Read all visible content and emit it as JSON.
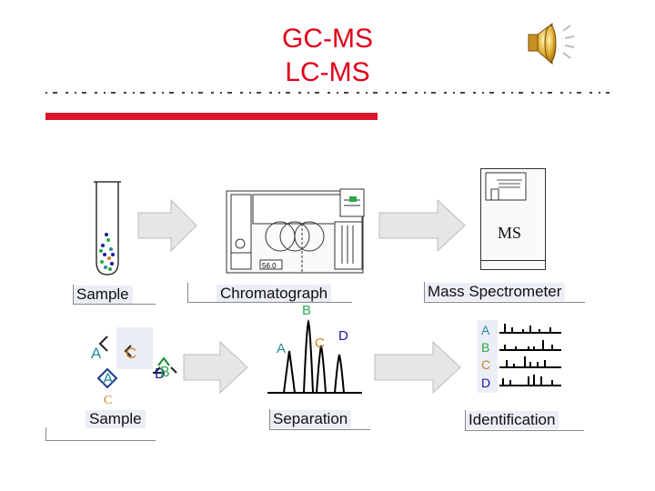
{
  "title": {
    "line1": "GC-MS",
    "line2": "LC-MS"
  },
  "top_labels": {
    "sample": "Sample",
    "chromatograph": "Chromatograph",
    "mass_spectrometer": "Mass Spectrometer"
  },
  "bottom_labels": {
    "sample": "Sample",
    "separation": "Separation",
    "identification": "Identification"
  },
  "ms_box_text": "MS",
  "gc_readout": "56.0",
  "sample_mixture_letters": {
    "a1": "A",
    "c1": "C",
    "a2": "A",
    "c2": "C",
    "b": "B",
    "d": "D"
  },
  "separation_peaks": {
    "a": "A",
    "b": "B",
    "c": "C",
    "d": "D"
  },
  "identification_rows": [
    "A",
    "B",
    "C",
    "D"
  ],
  "colors": {
    "title": "#e0001a",
    "red_bar": "#d9172a",
    "arrow": "#e6e6e6",
    "a": "#2a8a9a",
    "b": "#2aa84a",
    "c": "#d08020",
    "d": "#1a1aa0"
  },
  "icons": [
    "speaker-icon",
    "test-tube-icon",
    "gas-chromatograph-icon",
    "mass-spectrometer-icon"
  ]
}
